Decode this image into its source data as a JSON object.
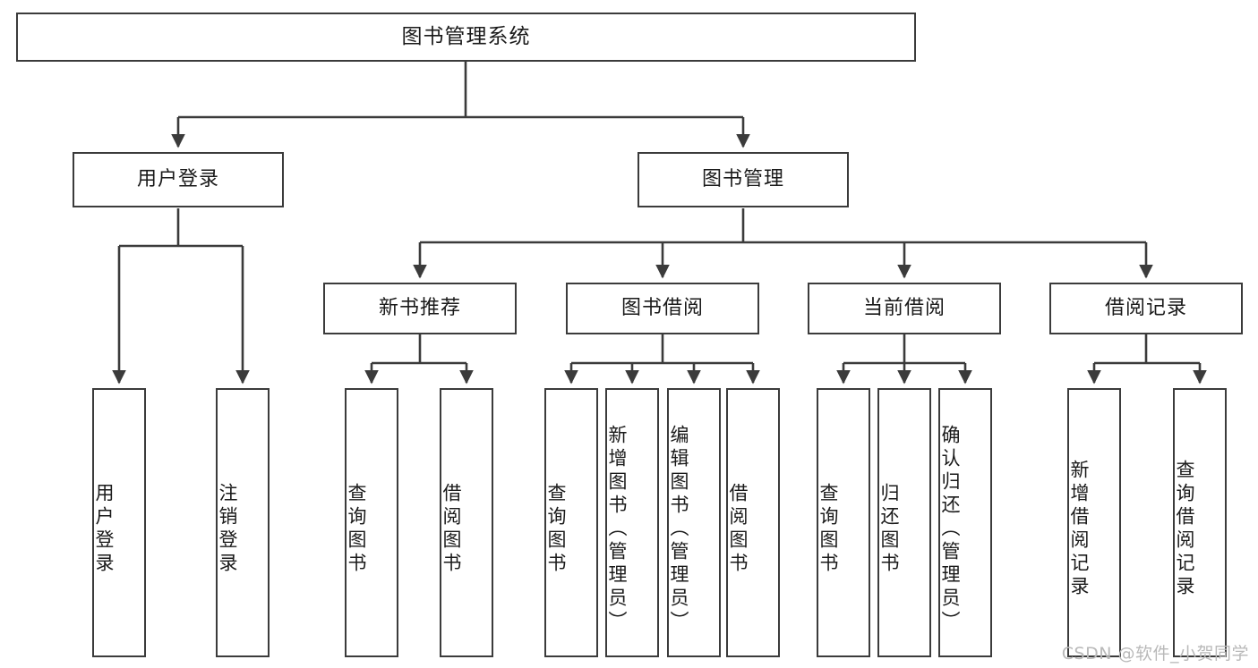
{
  "diagram": {
    "title": "图书管理系统",
    "type": "tree-hierarchy",
    "watermark": "CSDN @软件_小贺同学",
    "colors": {
      "stroke": "#3b3b3b",
      "fill": "#ffffff",
      "text": "#1a1a1a",
      "watermark": "#b9b9b9"
    },
    "nodes": {
      "root": {
        "label": "图书管理系统"
      },
      "level2": [
        {
          "id": "user-login",
          "label": "用户登录"
        },
        {
          "id": "book-manage",
          "label": "图书管理"
        }
      ],
      "level3": [
        {
          "id": "new-book-rec",
          "label": "新书推荐",
          "parent": "book-manage"
        },
        {
          "id": "book-borrow",
          "label": "图书借阅",
          "parent": "book-manage"
        },
        {
          "id": "current-borrow",
          "label": "当前借阅",
          "parent": "book-manage"
        },
        {
          "id": "borrow-record",
          "label": "借阅记录",
          "parent": "book-manage"
        }
      ],
      "leaves": [
        {
          "id": "leaf-user-login",
          "label": "用户登录",
          "parent": "user-login"
        },
        {
          "id": "leaf-logout",
          "label": "注销登录",
          "parent": "user-login"
        },
        {
          "id": "leaf-query-book-1",
          "label": "查询图书",
          "parent": "new-book-rec"
        },
        {
          "id": "leaf-borrow-book-1",
          "label": "借阅图书",
          "parent": "new-book-rec"
        },
        {
          "id": "leaf-query-book-2",
          "label": "查询图书",
          "parent": "book-borrow"
        },
        {
          "id": "leaf-add-book",
          "label": "新增图书（管理员）",
          "parent": "book-borrow"
        },
        {
          "id": "leaf-edit-book",
          "label": "编辑图书（管理员）",
          "parent": "book-borrow"
        },
        {
          "id": "leaf-borrow-book-2",
          "label": "借阅图书",
          "parent": "book-borrow"
        },
        {
          "id": "leaf-query-book-3",
          "label": "查询图书",
          "parent": "current-borrow"
        },
        {
          "id": "leaf-return-book",
          "label": "归还图书",
          "parent": "current-borrow"
        },
        {
          "id": "leaf-confirm-return",
          "label": "确认归还（管理员）",
          "parent": "current-borrow"
        },
        {
          "id": "leaf-add-record",
          "label": "新增借阅记录",
          "parent": "borrow-record"
        },
        {
          "id": "leaf-query-record",
          "label": "查询借阅记录",
          "parent": "borrow-record"
        }
      ]
    }
  }
}
